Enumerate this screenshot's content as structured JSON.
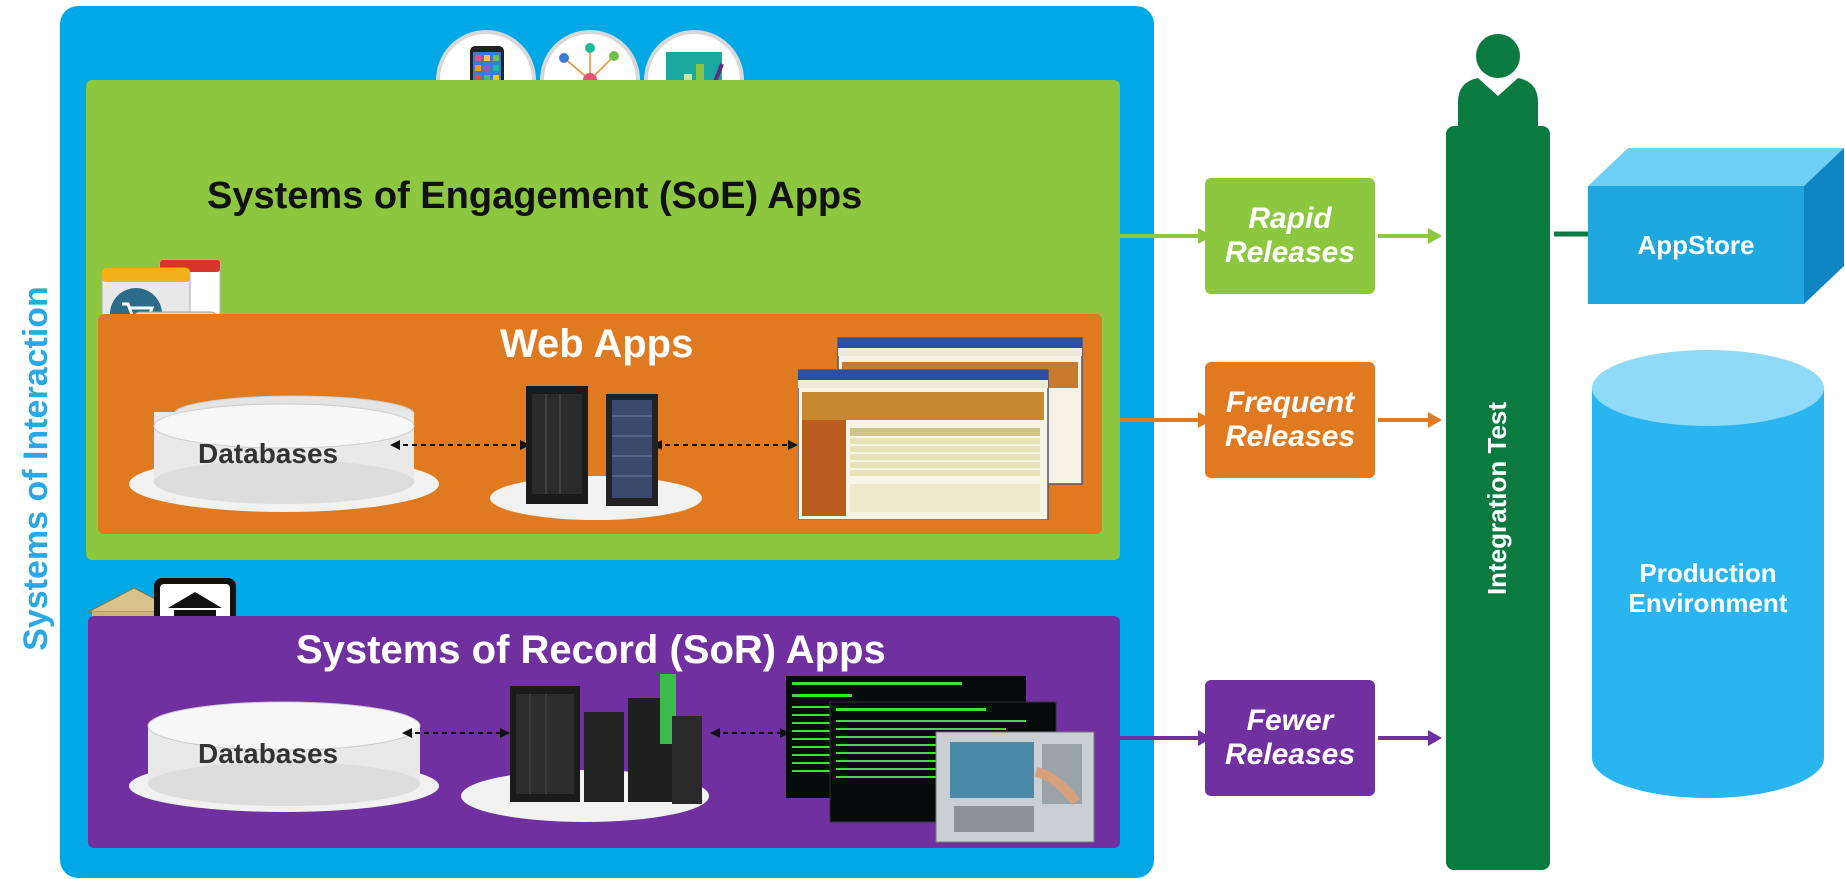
{
  "side_label": "Systems of Interaction",
  "soe": {
    "title": "Systems of Engagement (SoE) Apps"
  },
  "web": {
    "title": "Web Apps",
    "db_label": "Databases"
  },
  "sor": {
    "title": "Systems of Record (SoR) Apps",
    "db_label": "Databases"
  },
  "releases": {
    "rapid": [
      "Rapid",
      "Releases"
    ],
    "frequent": [
      "Frequent",
      "Releases"
    ],
    "fewer": [
      "Fewer",
      "Releases"
    ]
  },
  "integration": {
    "label": "Integration Test"
  },
  "appstore": {
    "label": "AppStore"
  },
  "production": {
    "line1": "Production",
    "line2": "Environment"
  },
  "colors": {
    "outer": "#00a9e6",
    "soe": "#8dc63f",
    "web": "#e07a20",
    "sor": "#7030a0",
    "integration": "#0a7a40",
    "appstore": "#1fa7e0",
    "production": "#29b6f0"
  },
  "icons": [
    "mobile-apps-icon",
    "social-network-icon",
    "analytics-chart-icon",
    "shopping-cart-icon",
    "mail-icon",
    "bank-icon",
    "atm-icon",
    "person-icon"
  ]
}
